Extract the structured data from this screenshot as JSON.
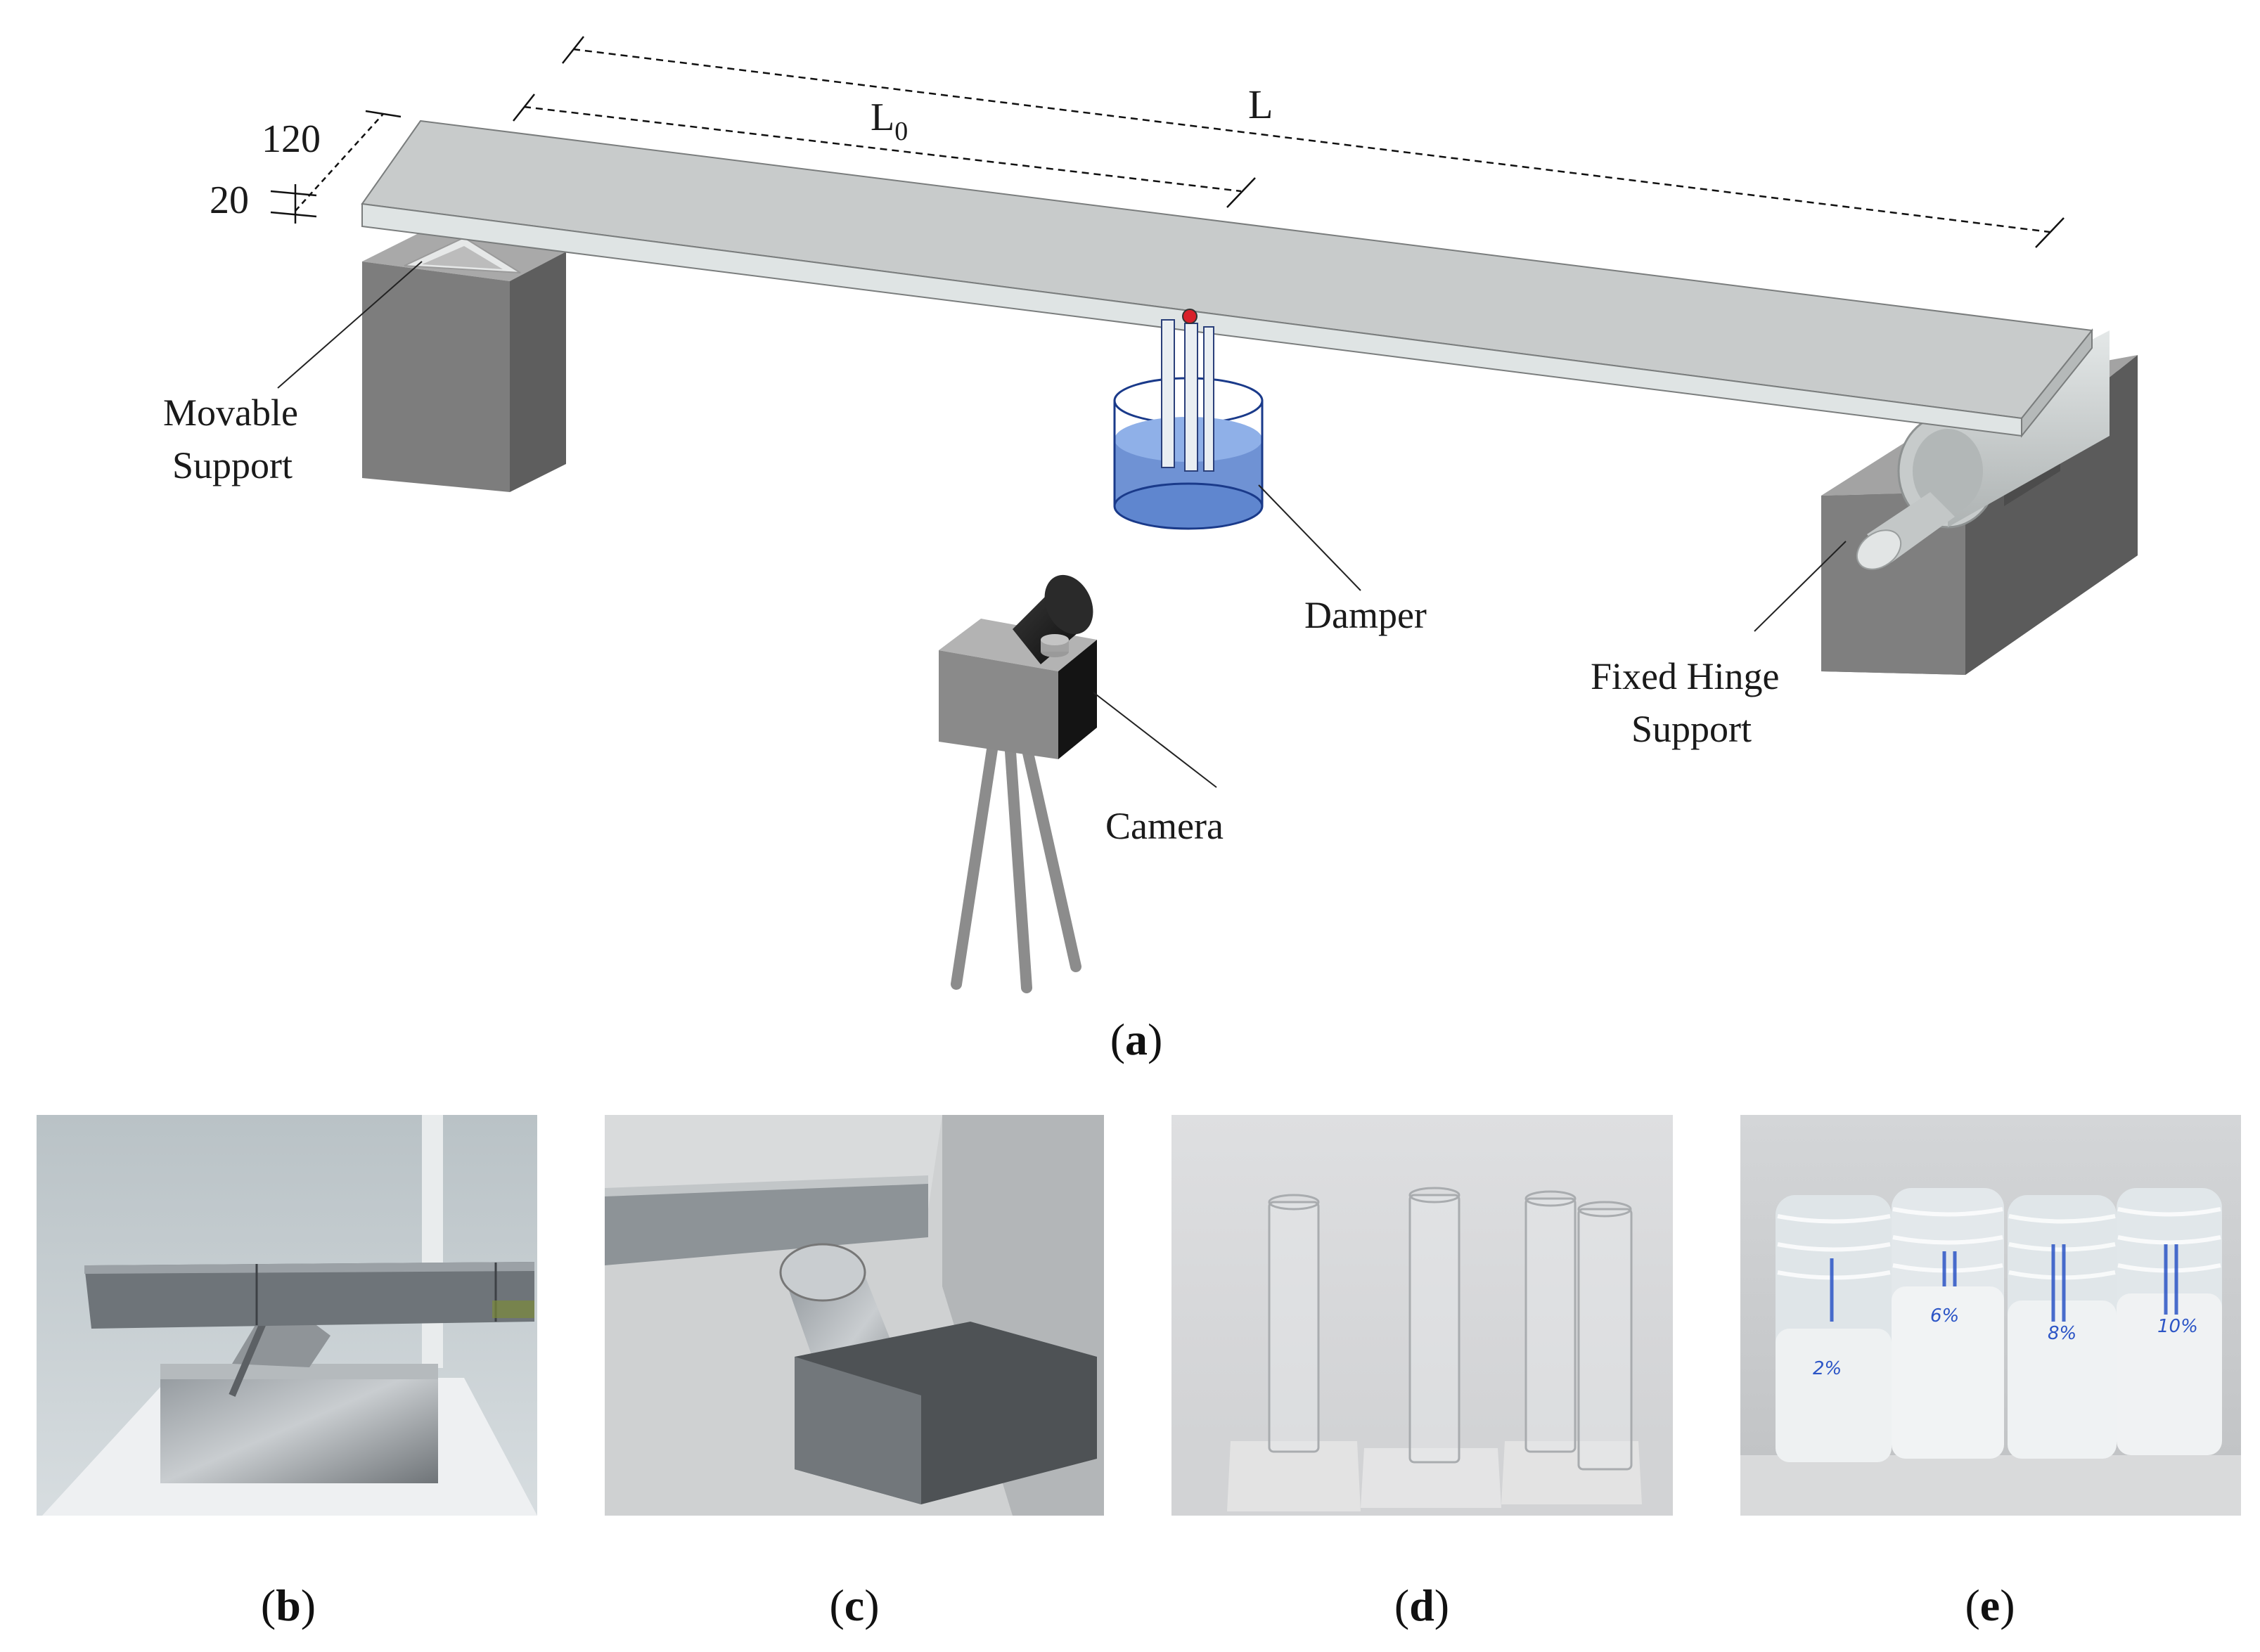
{
  "diagram": {
    "dimensions": {
      "width_label": "120",
      "thickness_label": "20",
      "span_label": "L",
      "damper_position_label_main": "L",
      "damper_position_label_sub": "0"
    },
    "labels": {
      "movable_support_line1": "Movable",
      "movable_support_line2": "Support",
      "damper": "Damper",
      "fixed_hinge_line1": "Fixed Hinge",
      "fixed_hinge_line2": "Support",
      "camera": "Camera"
    },
    "colors": {
      "beam_top": "#c8cbcb",
      "beam_front": "#dfe4e4",
      "support_front": "#7d7d7d",
      "support_side": "#5e5e5e",
      "support_top": "#a9a9a9",
      "liquid": "#5f86cf",
      "marker": "#d8202a"
    }
  },
  "panels": {
    "a": {
      "open": "(",
      "letter": "a",
      "close": ")"
    },
    "b": {
      "open": "(",
      "letter": "b",
      "close": ")",
      "photo": "movable support with triangular rocker"
    },
    "c": {
      "open": "(",
      "letter": "c",
      "close": ")",
      "photo": "fixed hinge support with steel pin"
    },
    "d": {
      "open": "(",
      "letter": "d",
      "close": ")",
      "photo": "empty acrylic damper tubes"
    },
    "e": {
      "open": "(",
      "letter": "e",
      "close": ")",
      "photo": "damping fluid bottles",
      "bottle_labels": [
        "2%",
        "6%",
        "8%",
        "10%"
      ]
    }
  }
}
